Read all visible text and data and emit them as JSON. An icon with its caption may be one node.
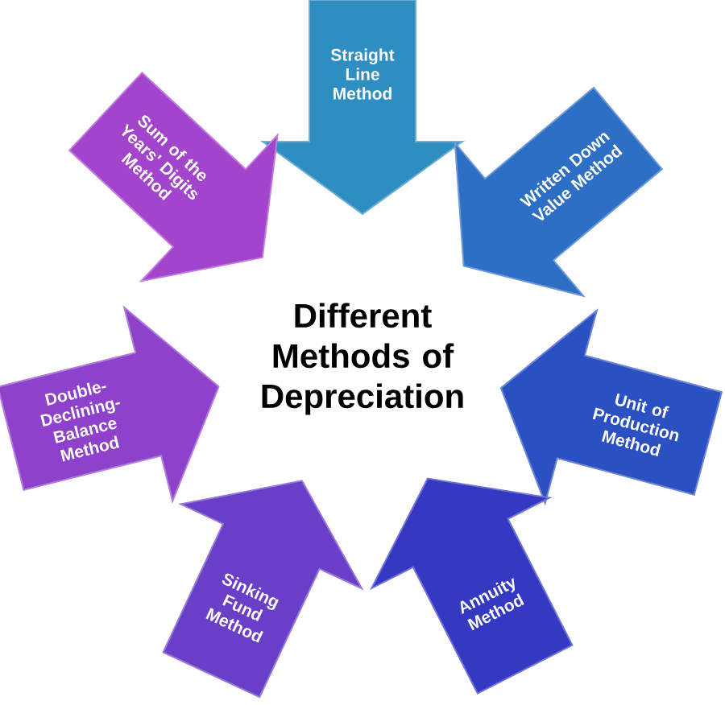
{
  "diagram": {
    "title": "Different Methods of Depreciation",
    "nodes": [
      {
        "text": [
          "Straight Line Method"
        ]
      },
      {
        "text": [
          "Written Down Value Method"
        ]
      },
      {
        "text": [
          "Unit of Production Method"
        ]
      },
      {
        "text": [
          "Annuity Method"
        ]
      },
      {
        "text": [
          "Sinking Fund Method"
        ]
      },
      {
        "text": [
          "Double-Declining-Balance Method"
        ]
      },
      {
        "text": [
          "Sum of the Years' Digits Method"
        ]
      }
    ]
  }
}
